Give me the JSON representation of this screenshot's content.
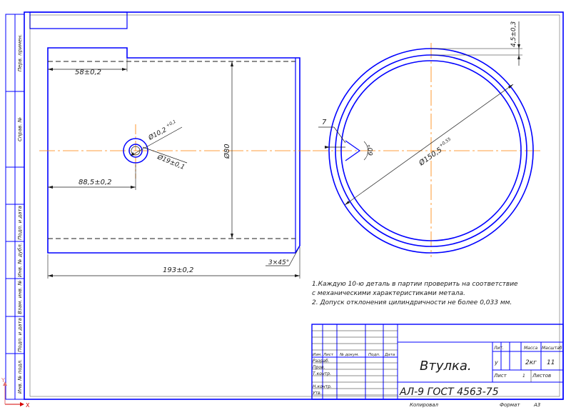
{
  "colors": {
    "frame": "#0000ff",
    "thin": "#1a1a1a",
    "centerline": "#ff8000",
    "axis_x": "#d60000",
    "axis_y": "#e07070"
  },
  "side_stamp": {
    "labels": [
      "Перв. примен.",
      "Справ. №",
      "Подп. и дата",
      "Инв. № дубл.",
      "Взам. инв. №",
      "Подп. и дата",
      "Инв. № подл."
    ]
  },
  "axes": {
    "x_label": "X",
    "y_label": "Y"
  },
  "front_view": {
    "dim_58": "58±0,2",
    "dim_885": "88,5±0,2",
    "dim_193": "193±0,2",
    "dim_chamfer": "3×45°",
    "dim_phi80": "Ø80",
    "dim_hole_main": "Ø10,2",
    "dim_hole_tol": "+0,1",
    "dim_hole_outer": "Ø19±0,1"
  },
  "side_view": {
    "dim_45": "4,5±0,3",
    "dim_7": "7",
    "dim_60": "60°",
    "dim_phi150_main": "Ø150,5",
    "dim_phi150_tol": "+0,55"
  },
  "notes": {
    "line1": "1.Каждую 10-ю деталь в партии проверить на соответствие",
    "line2": "с механическими характеристиками метала.",
    "line3": "2. Допуск отклонения цилиндричности не более 0,033 мм."
  },
  "title_block": {
    "h_izm": "Изм.",
    "h_list": "Лист",
    "h_docnum": "№ докум.",
    "h_podp": "Подп.",
    "h_data": "Дата",
    "r_razrab": "Разраб.",
    "r_prov": "Пров.",
    "r_tkontr": "Т.контр.",
    "r_nkontr": "Н.контр.",
    "r_utv": "Утв.",
    "name": "Втулка.",
    "material": "АЛ-9 ГОСТ 4563-75",
    "h_lit": "Лит.",
    "h_mass": "Масса",
    "h_scale": "Масштаб",
    "lit_value": "у",
    "mass_value": "2кг",
    "scale_value": "11",
    "sheet_label": "Лист",
    "sheets_label": "Листов",
    "sheets_value": "1",
    "kopiroval": "Копировал",
    "format_label": "Формат",
    "format_value": "А3"
  }
}
